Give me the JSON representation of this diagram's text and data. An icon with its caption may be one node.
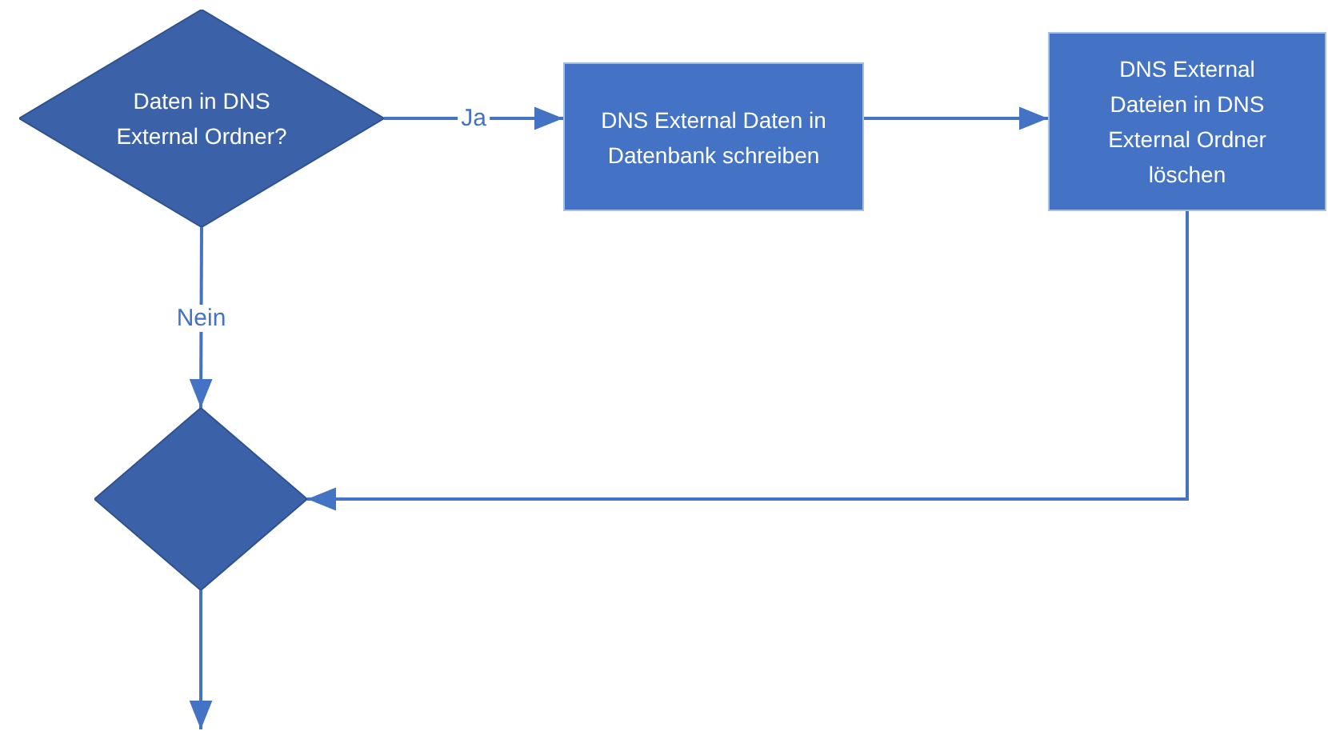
{
  "diagram": {
    "nodes": [
      {
        "text": [
          "Daten in DNS External Ordner?"
        ]
      },
      {
        "text": [
          "DNS External Daten in Datenbank schreiben"
        ]
      },
      {
        "text": [
          "DNS External Dateien in DNS External Ordner löschen"
        ]
      },
      {
        "text": [],
        "shape": "diamond"
      }
    ],
    "edges": [
      {
        "from": 0,
        "to": 1,
        "arrow": "to",
        "label": "Ja"
      },
      {
        "from": 1,
        "to": 2,
        "arrow": "to"
      },
      {
        "from": 2,
        "to": 3,
        "arrow": "to"
      },
      {
        "from": 0,
        "to": 3,
        "arrow": "to",
        "label": "Nein"
      },
      {
        "from": 3,
        "to": null,
        "arrow": "to"
      }
    ]
  }
}
